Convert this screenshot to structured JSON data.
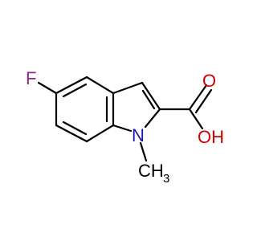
{
  "molecule": {
    "atoms": {
      "fluorine": "F",
      "nitrogen": "N",
      "methyl_main": "CH",
      "methyl_sub": "3",
      "carbonyl_oxygen": "O",
      "hydroxyl": "OH"
    },
    "colors": {
      "bond": "#000000",
      "fluorine": "#8b2a8b",
      "nitrogen": "#1a1aa6",
      "oxygen": "#d40000",
      "carbon": "#000000"
    }
  }
}
